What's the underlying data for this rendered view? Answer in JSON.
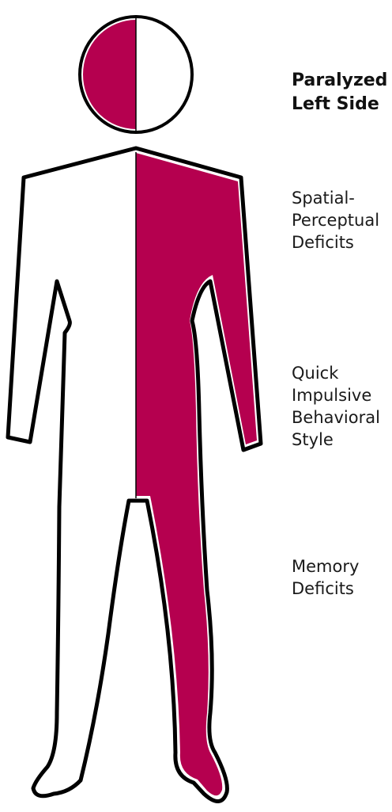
{
  "title": "Paralyzed\nLeft Side",
  "labels": [
    "Spatial-\nPerceptual\nDeficits",
    "Quick\nImpulsive\nBehavioral\nStyle",
    "Memory\nDeficits"
  ],
  "colors": {
    "affected_fill": "#b5004f",
    "outline": "#000000",
    "background": "#ffffff"
  }
}
